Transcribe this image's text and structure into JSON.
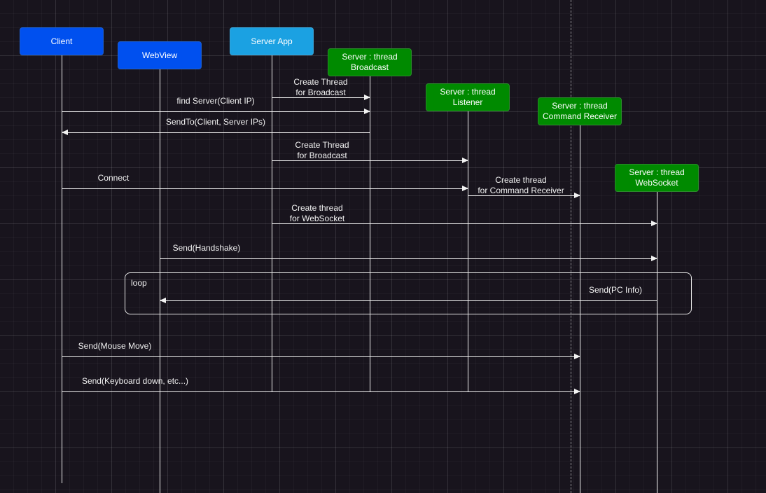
{
  "participants": [
    {
      "id": "client",
      "label": "Client",
      "color": "#0050ef"
    },
    {
      "id": "webview",
      "label": "WebView",
      "color": "#0050ef"
    },
    {
      "id": "server_app",
      "label": "Server App",
      "color": "#1ba1e2"
    },
    {
      "id": "thread_broadcast",
      "label": "Server : thread\nBroadcast",
      "color": "#008a00"
    },
    {
      "id": "thread_listener",
      "label": "Server : thread\nListener",
      "color": "#008a00"
    },
    {
      "id": "thread_command",
      "label": "Server : thread\nCommand Receiver",
      "color": "#008a00"
    },
    {
      "id": "thread_websocket",
      "label": "Server : thread\nWebSocket",
      "color": "#008a00"
    }
  ],
  "messages": [
    {
      "id": "m1",
      "label": "Create Thread\nfor Broadcast",
      "from": "server_app",
      "to": "thread_broadcast"
    },
    {
      "id": "m2",
      "label": "find Server(Client IP)",
      "from": "client",
      "to": "thread_broadcast"
    },
    {
      "id": "m3",
      "label": "SendTo(Client, Server IPs)",
      "from": "thread_broadcast",
      "to": "client"
    },
    {
      "id": "m4",
      "label": "Create Thread\nfor Broadcast",
      "from": "server_app",
      "to": "thread_listener"
    },
    {
      "id": "m5",
      "label": "Connect",
      "from": "client",
      "to": "thread_listener"
    },
    {
      "id": "m6",
      "label": "Create thread\nfor Command Receiver",
      "from": "thread_listener",
      "to": "thread_command"
    },
    {
      "id": "m7",
      "label": "Create thread\nfor WebSocket",
      "from": "server_app",
      "to": "thread_websocket"
    },
    {
      "id": "m8",
      "label": "Send(Handshake)",
      "from": "webview",
      "to": "thread_websocket"
    },
    {
      "id": "m9",
      "label": "Send(PC Info)",
      "from": "thread_websocket",
      "to": "webview"
    },
    {
      "id": "m10",
      "label": "Send(Mouse Move)",
      "from": "client",
      "to": "thread_command"
    },
    {
      "id": "m11",
      "label": "Send(Keyboard down, etc...)",
      "from": "client",
      "to": "thread_command"
    }
  ],
  "loop": {
    "label": "loop"
  }
}
